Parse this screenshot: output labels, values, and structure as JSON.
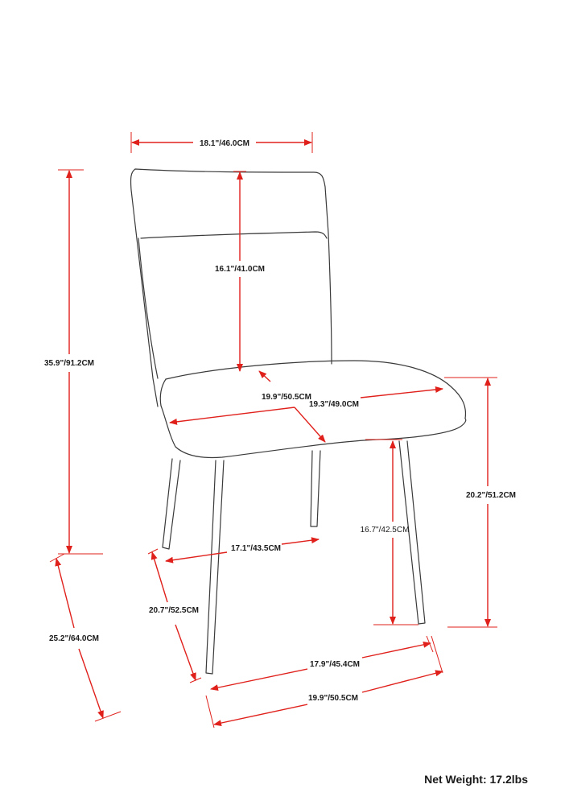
{
  "colors": {
    "dimension": "#e0201b",
    "outline": "#3a3a3a",
    "text": "#1a1a1a"
  },
  "dimensions": {
    "width_top": "18.1\"/46.0CM",
    "overall_height": "35.9\"/91.2CM",
    "backrest_height": "16.1\"/41.0CM",
    "seat_width_front": "19.9\"/50.5CM",
    "seat_depth": "19.3\"/49.0CM",
    "seat_height": "20.2\"/51.2CM",
    "seat_to_floor": "16.7\"/42.5CM",
    "leg_span_side": "17.1\"/43.5CM",
    "leg_depth": "20.7\"/52.5CM",
    "overall_depth": "25.2\"/64.0CM",
    "leg_span_front": "17.9\"/45.4CM",
    "overall_width": "19.9\"/50.5CM"
  },
  "net_weight": "Net Weight: 17.2lbs"
}
